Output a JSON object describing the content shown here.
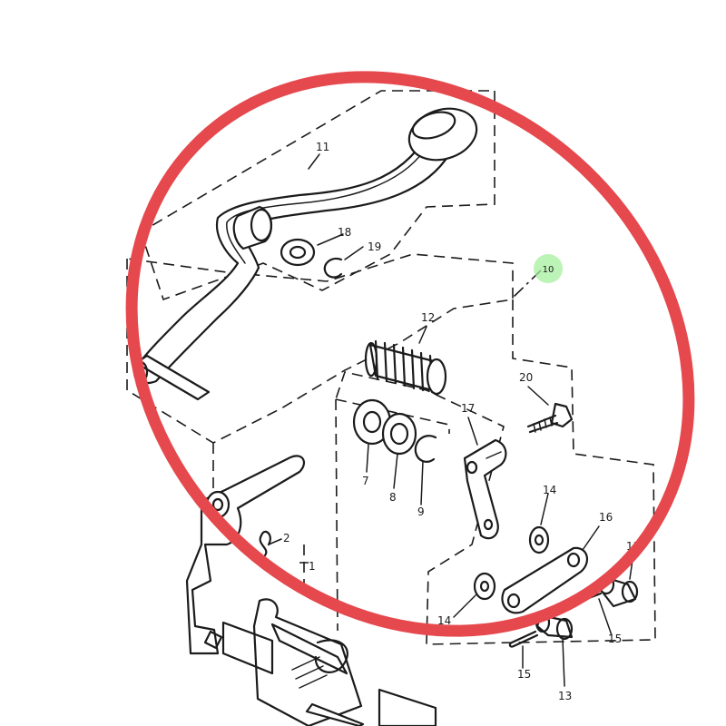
{
  "parts_diagram": {
    "highlight_color": "#e5484d",
    "marker_color": "#a6ef9e",
    "callouts": {
      "marker": "10",
      "p1": "1",
      "p2": "2",
      "p7": "7",
      "p8": "8",
      "p9": "9",
      "p11": "11",
      "p12": "12",
      "p13a": "13",
      "p13b": "13",
      "p14a": "14",
      "p14b": "14",
      "p15a": "15",
      "p15b": "15",
      "p16": "16",
      "p17": "17",
      "p18": "18",
      "p19": "19",
      "p20": "20"
    }
  }
}
